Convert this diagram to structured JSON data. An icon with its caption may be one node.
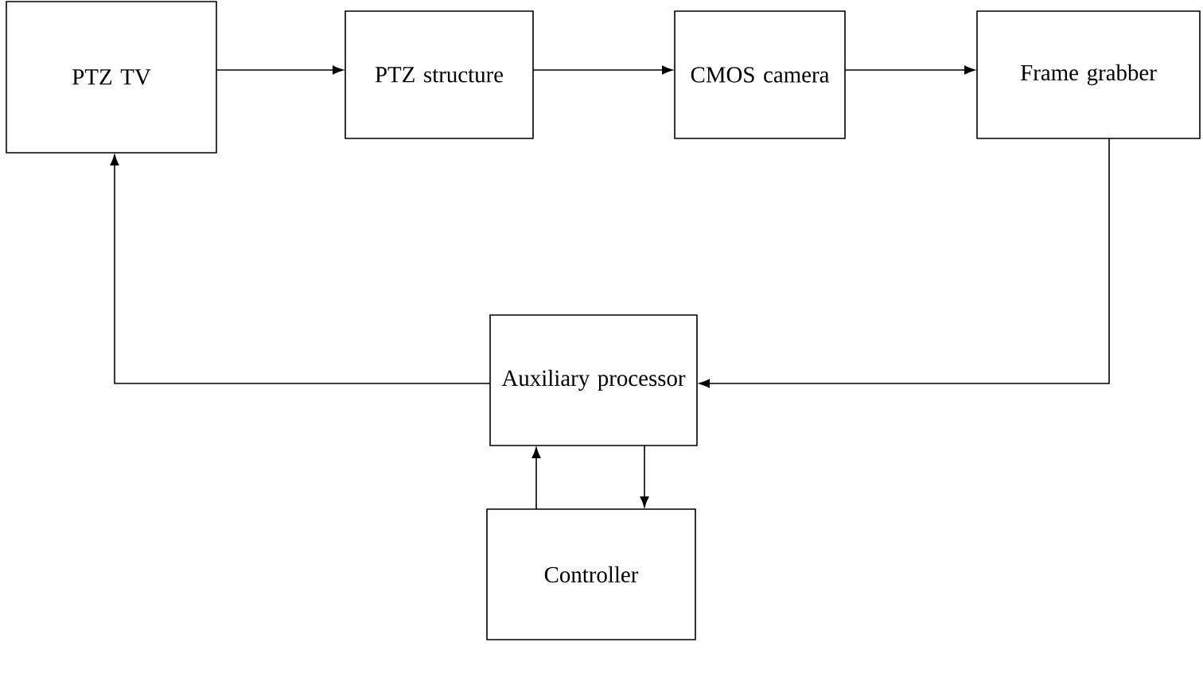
{
  "diagram": {
    "nodes": [
      {
        "text": [
          "PTZ TV"
        ]
      },
      {
        "text": [
          "PTZ structure"
        ]
      },
      {
        "text": [
          "CMOS camera"
        ]
      },
      {
        "text": [
          "Frame grabber"
        ]
      },
      {
        "text": [
          "Auxiliary processor"
        ]
      },
      {
        "text": [
          "Controller"
        ]
      }
    ],
    "edges": [
      {
        "from": 0,
        "to": 1,
        "arrow": "to"
      },
      {
        "from": 1,
        "to": 2,
        "arrow": "to"
      },
      {
        "from": 2,
        "to": 3,
        "arrow": "to"
      },
      {
        "from": 3,
        "to": 4,
        "arrow": "to"
      },
      {
        "from": 4,
        "to": 0,
        "arrow": "to"
      },
      {
        "from": 5,
        "to": 4,
        "arrow": "to"
      },
      {
        "from": 4,
        "to": 5,
        "arrow": "to"
      }
    ]
  }
}
